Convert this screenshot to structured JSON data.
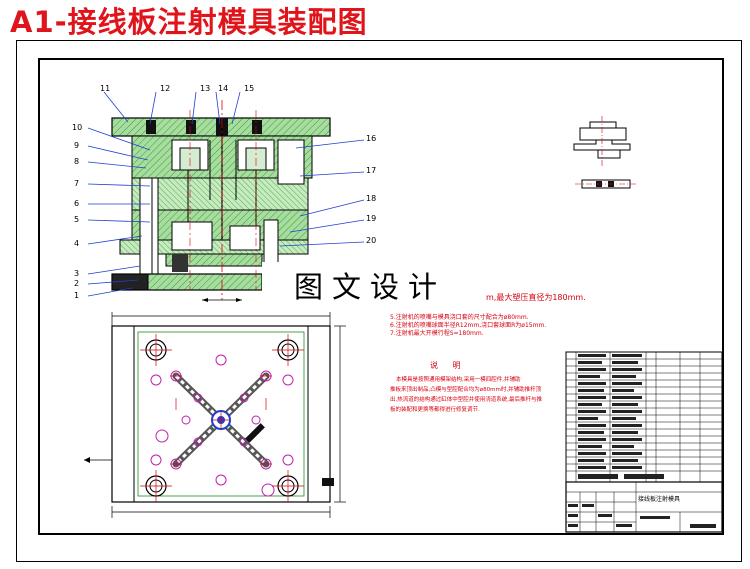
{
  "title": "A1-接线板注射模具装配图",
  "watermark": "图文设计",
  "notes": {
    "top_fragment": "m,最大塑压直径为180mm.",
    "lines": [
      "5.注射机的喷嘴与模具浇口套的尺寸配合为ø80mm.",
      "6.注射机的喷嘴球面半径R12mm,浇口套球面R为ø15mm.",
      "7.注射机最大开模行程S=180mm."
    ],
    "heading": "说 明",
    "paragraph": [
      "本模具是按照通用模架结构,采用一模四腔件,并辅助",
      "推板来顶出制品,凸模与型腔配合均为ø80mm时,并辅助推杆顶",
      "出,热流道的结构通过缸体中型腔并使用浇道系统,最后推杆与推",
      "板的装配和更换等都得进行修复调节."
    ]
  },
  "part_numbers": [
    "1",
    "2",
    "3",
    "4",
    "5",
    "6",
    "7",
    "8",
    "9",
    "10",
    "11",
    "12",
    "13",
    "14",
    "15",
    "16",
    "17",
    "18",
    "19",
    "20"
  ],
  "title_block": {
    "name": "接线板注射模具"
  },
  "colors": {
    "title": "#e0141b",
    "section_fill": "#8fd18f",
    "linework": "#1a8f1a",
    "centerline": "#d8000f",
    "leader": "#1e3fd0",
    "dark": "#000000"
  }
}
